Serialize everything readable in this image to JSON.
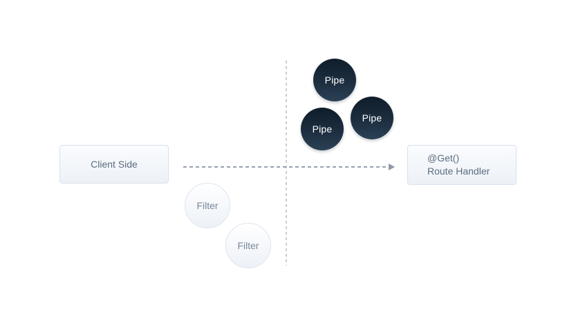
{
  "diagram": {
    "client_box": {
      "label": "Client Side"
    },
    "route_box": {
      "line1": "@Get()",
      "line2": "Route Handler"
    },
    "pipes": [
      {
        "label": "Pipe"
      },
      {
        "label": "Pipe"
      },
      {
        "label": "Pipe"
      }
    ],
    "filters": [
      {
        "label": "Filter"
      },
      {
        "label": "Filter"
      }
    ],
    "colors": {
      "pipe_fill_top": "#101d2a",
      "pipe_fill_bottom": "#2b4156",
      "node_background": "#f2f5f9",
      "node_border": "#d9e1ea",
      "node_text": "#5c6c7d",
      "filter_text": "#78879a",
      "arrow_dash": "#96a1ae",
      "divider_dash": "#c6ccd7",
      "background": "#ffffff"
    }
  }
}
